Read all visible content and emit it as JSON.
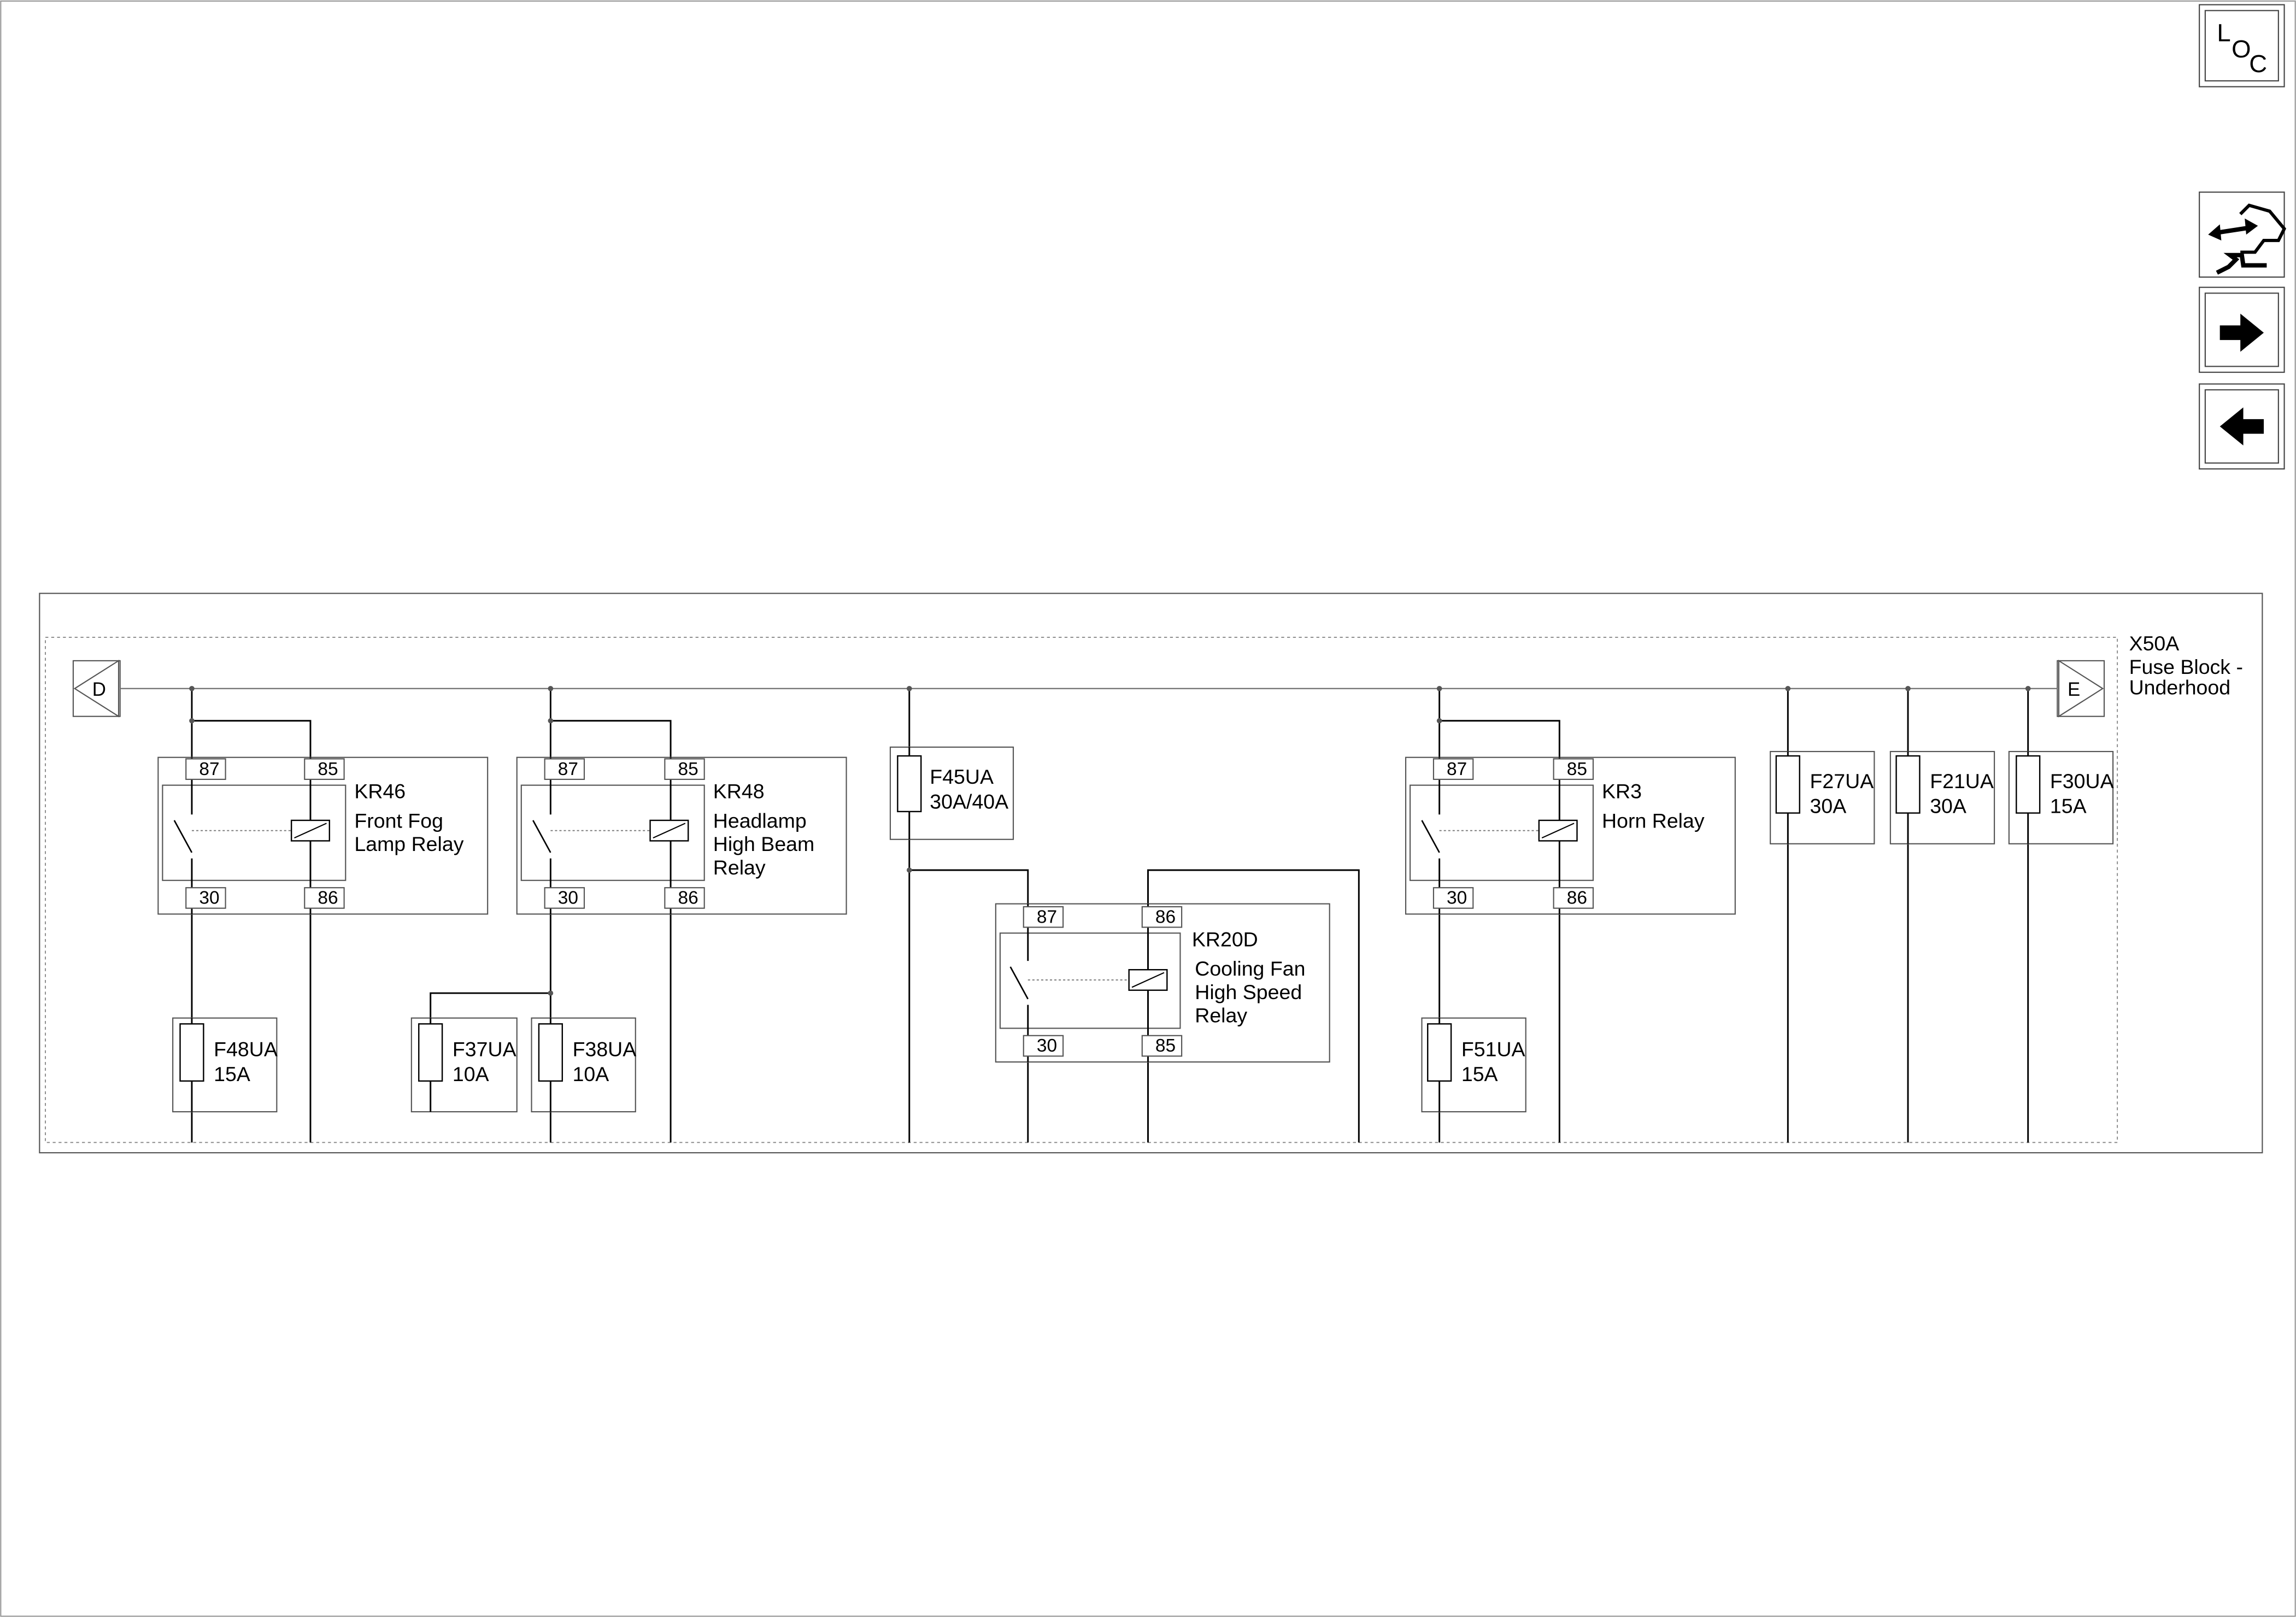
{
  "nav": {
    "loc": {
      "letters": [
        "L",
        "O",
        "C"
      ]
    },
    "component_view_icon": "component-view-icon",
    "forward_icon": "arrow-right-icon",
    "back_icon": "arrow-left-icon"
  },
  "block": {
    "id": "X50A",
    "name_line1": "Fuse Block -",
    "name_line2": "Underhood"
  },
  "connectors": {
    "left": "D",
    "right": "E"
  },
  "relays": {
    "kr46": {
      "id": "KR46",
      "lines": [
        "Front Fog",
        "Lamp Relay"
      ],
      "pins": {
        "tl": "87",
        "tr": "85",
        "bl": "30",
        "br": "86"
      }
    },
    "kr48": {
      "id": "KR48",
      "lines": [
        "Headlamp",
        "High Beam",
        "Relay"
      ],
      "pins": {
        "tl": "87",
        "tr": "85",
        "bl": "30",
        "br": "86"
      }
    },
    "kr20d": {
      "id": "KR20D",
      "lines": [
        "Cooling Fan",
        "High Speed",
        "Relay"
      ],
      "pins": {
        "tl": "87",
        "tr": "86",
        "bl": "30",
        "br": "85"
      }
    },
    "kr3": {
      "id": "KR3",
      "lines": [
        "Horn Relay"
      ],
      "pins": {
        "tl": "87",
        "tr": "85",
        "bl": "30",
        "br": "86"
      }
    }
  },
  "fuses": {
    "f45ua": {
      "id": "F45UA",
      "rating": "30A/40A"
    },
    "f27ua": {
      "id": "F27UA",
      "rating": "30A"
    },
    "f21ua": {
      "id": "F21UA",
      "rating": "30A"
    },
    "f30ua": {
      "id": "F30UA",
      "rating": "15A"
    },
    "f48ua": {
      "id": "F48UA",
      "rating": "15A"
    },
    "f37ua": {
      "id": "F37UA",
      "rating": "10A"
    },
    "f38ua": {
      "id": "F38UA",
      "rating": "10A"
    },
    "f51ua": {
      "id": "F51UA",
      "rating": "15A"
    }
  },
  "colors": {
    "line": "#000000",
    "frame": "#555555",
    "dashed": "#888888",
    "background": "#ffffff"
  }
}
